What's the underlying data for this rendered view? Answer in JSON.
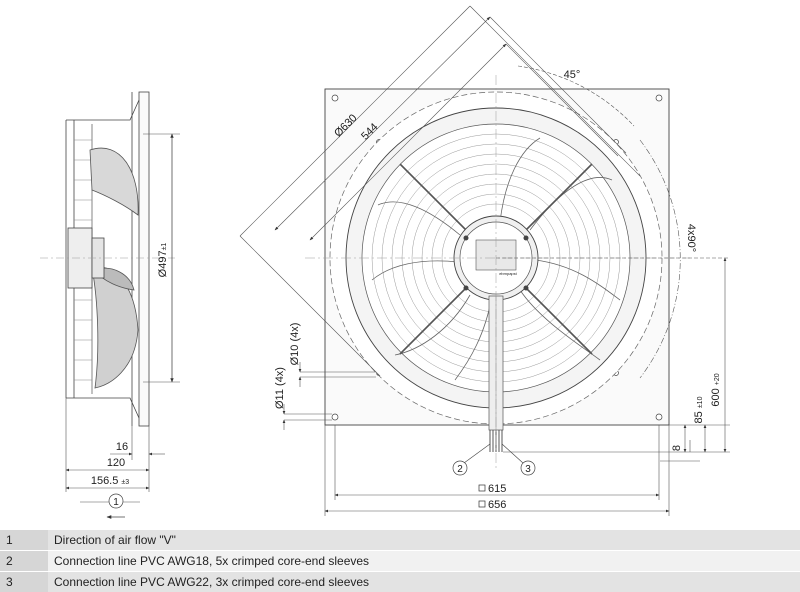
{
  "drawing": {
    "dim_diameter_630": "Ø630",
    "dim_544": "544",
    "dim_angle_45": "45°",
    "dim_angle_4x90": "4x90°",
    "dim_diameter_497": "Ø497",
    "dim_diameter_497_tol": "±1",
    "dim_hole_10": "Ø10 (4x)",
    "dim_hole_11": "Ø11 (4x)",
    "dim_16": "16",
    "dim_120": "120",
    "dim_156_5": "156.5",
    "dim_156_5_tol": "±3",
    "dim_8": "8",
    "dim_85": "85",
    "dim_85_tol": "±10",
    "dim_600": "600",
    "dim_600_tol": "+20",
    "dim_615": "615",
    "dim_656": "656",
    "callout_1": "1",
    "callout_2": "2",
    "callout_3": "3",
    "brand_label": "ebmpapst"
  },
  "legend": [
    {
      "number": "1",
      "text": "Direction of air flow \"V\""
    },
    {
      "number": "2",
      "text": "Connection line PVC AWG18, 5x crimped core-end sleeves"
    },
    {
      "number": "3",
      "text": "Connection line PVC AWG22, 3x crimped core-end sleeves"
    }
  ]
}
